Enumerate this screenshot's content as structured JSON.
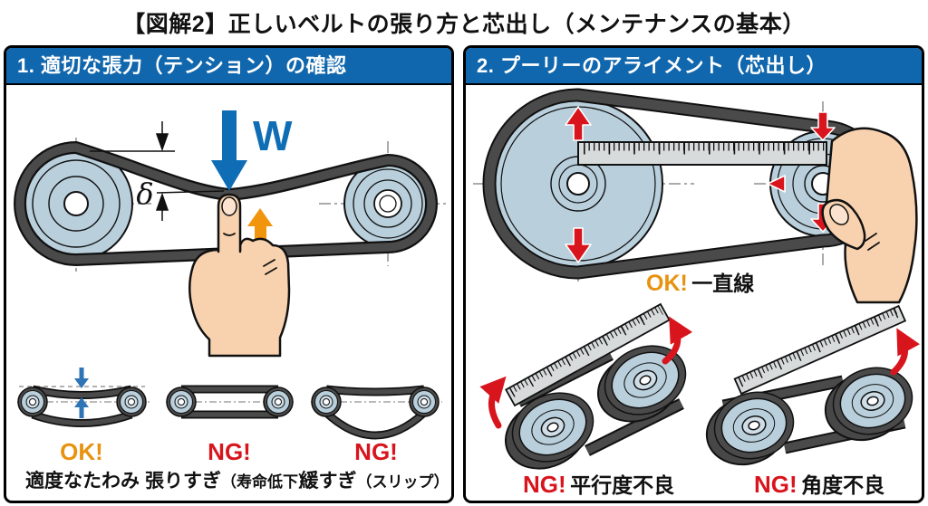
{
  "title": "【図解2】正しいベルトの張り方と芯出し（メンテナンスの基本）",
  "colors": {
    "header_blue": "#1167ad",
    "ok_orange": "#e8920f",
    "ng_red": "#d8151d",
    "load_arrow_blue": "#0e6db5",
    "push_arrow_orange": "#f0950c",
    "align_arrow_red": "#d8151d",
    "pulley_fill": "#b9cfdc",
    "belt_gray": "#4a4a4a",
    "ruler_gray": "#d7dbdc",
    "hand_skin": "#f8d2ae"
  },
  "left_panel": {
    "header": "1. 適切な張力（テンション）の確認",
    "load_label": "W",
    "deflection_label": "δ",
    "examples": [
      {
        "verdict": "OK!",
        "caption": "適度なたわみ",
        "caption_sub": ""
      },
      {
        "verdict": "NG!",
        "caption": "張りすぎ",
        "caption_sub": "（寿命低下）"
      },
      {
        "verdict": "NG!",
        "caption": "緩すぎ",
        "caption_sub": "（スリップ）"
      }
    ]
  },
  "right_panel": {
    "header": "2. プーリーのアライメント（芯出し）",
    "ok_verdict": "OK!",
    "ok_caption": "一直線",
    "examples": [
      {
        "verdict": "NG!",
        "caption": "平行度不良"
      },
      {
        "verdict": "NG!",
        "caption": "角度不良"
      }
    ]
  }
}
